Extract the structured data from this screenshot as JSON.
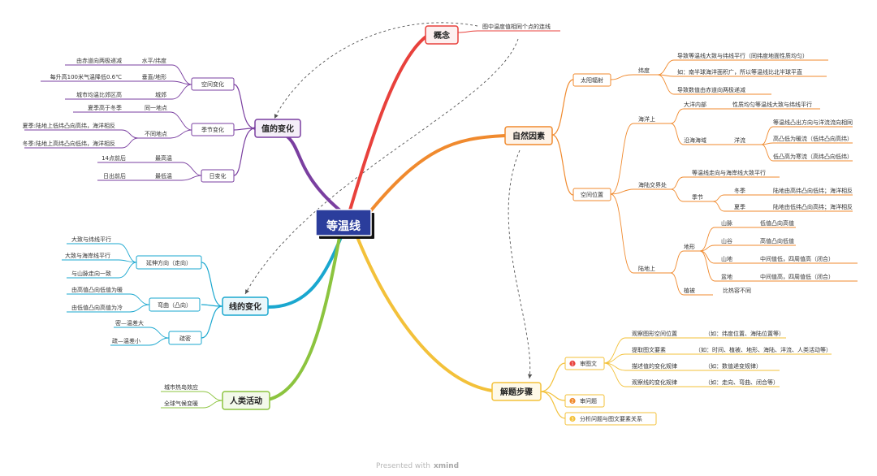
{
  "root": "等温线",
  "colors": {
    "root_fill": "#2b3d9c",
    "concept": "#e8413c",
    "natural": "#f08a2e",
    "steps": "#f3c13a",
    "value": "#7a3fa0",
    "line": "#1aa7cf",
    "human": "#8cc43f",
    "dashed": "#555555"
  },
  "concept": {
    "title": "概念",
    "definition": "图中温度值相同个点的连线"
  },
  "value_change": {
    "title": "值的变化",
    "spatial": {
      "label": "空间变化",
      "rows": [
        {
          "leaf": "由赤道向两极递减",
          "mid": "水平/纬度"
        },
        {
          "leaf": "每升高100米气温降低0.6℃",
          "mid": "垂直/地形"
        },
        {
          "leaf": "城市均温比郊区高",
          "mid": "城郊"
        }
      ]
    },
    "seasonal": {
      "label": "季节变化",
      "same_place_leaf": "夏季高于冬季",
      "same_place": "同一地点",
      "diff_place": "不同地点",
      "diff_leaves": [
        "夏季:陆地上低纬凸向高纬，海洋相反",
        "冬季:陆地上高纬凸向低纬，海洋相反"
      ]
    },
    "daily": {
      "label": "日变化",
      "rows": [
        {
          "leaf": "14点前后",
          "mid": "最高温"
        },
        {
          "leaf": "日出前后",
          "mid": "最低温"
        }
      ]
    }
  },
  "line_change": {
    "title": "线的变化",
    "direction": {
      "label": "延伸方向（走向）",
      "items": [
        "大致与纬线平行",
        "大致与海岸线平行",
        "与山脉走向一致"
      ]
    },
    "curve": {
      "label": "弯曲（凸向）",
      "items": [
        "由高值凸向低值为暖",
        "由低值凸向高值为冷"
      ]
    },
    "density": {
      "label": "疏密",
      "items": [
        "密—温差大",
        "疏—温差小"
      ]
    }
  },
  "human": {
    "title": "人类活动",
    "items": [
      "城市热岛效应",
      "全球气候变暖"
    ]
  },
  "natural": {
    "title": "自然因素",
    "solar": {
      "label": "太阳辐射",
      "latitude": "纬度",
      "items": [
        "导致等温线大致与纬线平行（同纬度地面性质均匀）",
        "如：南半球海洋面积广，所以等温线比北半球平直",
        "导致数值由赤道向两极递减"
      ]
    },
    "position": {
      "label": "空间位置",
      "ocean": {
        "label": "海洋上",
        "ocean_inner": "大洋内部",
        "ocean_inner_desc": "性质均匀等温线大致与纬线平行",
        "coastal": "沿海海域",
        "current": "洋流",
        "current_items": [
          "等温线凸出方向与洋流流向相同",
          "高凸低为暖流（低纬凸向高纬）",
          "低凸高为寒流（高纬凸向低纬）"
        ]
      },
      "landsea": {
        "label": "海陆交界处",
        "coast_desc": "等温线走向与海岸线大致平行",
        "season": "季节",
        "winter": "冬季",
        "winter_desc": "陆地由高纬凸向低纬；海洋相反",
        "summer": "夏季",
        "summer_desc": "陆地由低纬凸向高纬；海洋相反"
      },
      "land": {
        "label": "陆地上",
        "terrain": "地形",
        "terrain_rows": [
          {
            "name": "山脉",
            "desc": "低值凸向高值"
          },
          {
            "name": "山谷",
            "desc": "高值凸向低值"
          },
          {
            "name": "山地",
            "desc": "中间值低，四周值高（闭合）"
          },
          {
            "name": "盆地",
            "desc": "中间值高，四周值低（闭合）"
          }
        ],
        "vegetation": "植被",
        "vegetation_desc": "比热容不同"
      }
    }
  },
  "steps": {
    "title": "解题步骤",
    "read_map": {
      "num": "1",
      "label": "审图文",
      "items": [
        {
          "name": "观察图形空间位置",
          "detail": "（如：纬度位置、海陆位置等）"
        },
        {
          "name": "提取图文要素",
          "detail": "（如：时间、植被、地形、海陆、洋流、人类活动等）"
        },
        {
          "name": "描述值的变化规律",
          "detail": "（如：数值递变规律）"
        },
        {
          "name": "观察线的变化规律",
          "detail": "（如：走向、弯曲、闭合等）"
        }
      ]
    },
    "read_q": {
      "num": "2",
      "label": "审问题"
    },
    "analyze": {
      "num": "3",
      "label": "分析问题与图文要素关系"
    }
  },
  "footer": {
    "presented": "Presented with",
    "brand": "xmind"
  }
}
